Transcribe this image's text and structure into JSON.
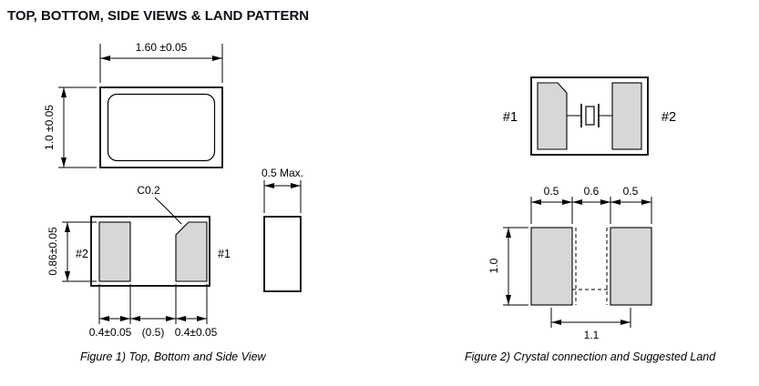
{
  "title": "TOP, BOTTOM, SIDE VIEWS & LAND PATTERN",
  "colors": {
    "pad_fill": "#d7d7d7",
    "line": "#000000",
    "title": "#101018"
  },
  "figure1": {
    "caption": "Figure 1) Top, Bottom and Side View",
    "top_view": {
      "width_dim": "1.60 ±0.05",
      "height_dim": "1.0 ±0.05"
    },
    "bottom_view": {
      "pad_height_dim": "0.86±0.05",
      "left_pad_label": "#2",
      "right_pad_label": "#1",
      "chamfer_note": "C0.2",
      "left_pad_width_dim": "0.4±0.05",
      "gap_dim": "(0.5)",
      "right_pad_width_dim": "0.4±0.05"
    },
    "side_view": {
      "thickness_dim": "0.5 Max."
    }
  },
  "figure2": {
    "caption": "Figure 2) Crystal connection and Suggested  Land",
    "connection_view": {
      "left_pad_label": "#1",
      "right_pad_label": "#2"
    },
    "land_pattern": {
      "left_pad_width_dim": "0.5",
      "gap_dim": "0.6",
      "right_pad_width_dim": "0.5",
      "height_dim": "1.0",
      "pitch_dim": "1.1"
    }
  }
}
